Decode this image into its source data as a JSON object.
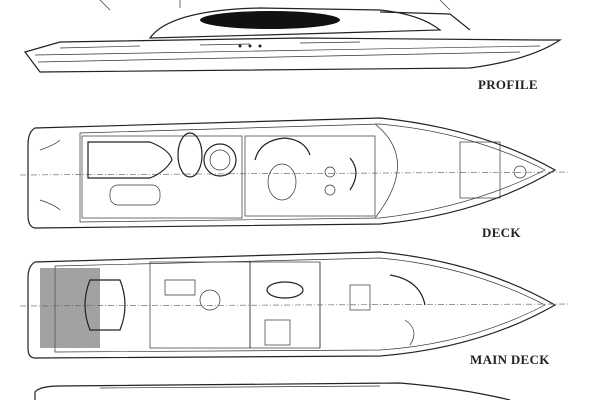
{
  "labels": {
    "profile": "PROFILE",
    "deck": "DECK",
    "main_deck": "MAIN DECK"
  }
}
